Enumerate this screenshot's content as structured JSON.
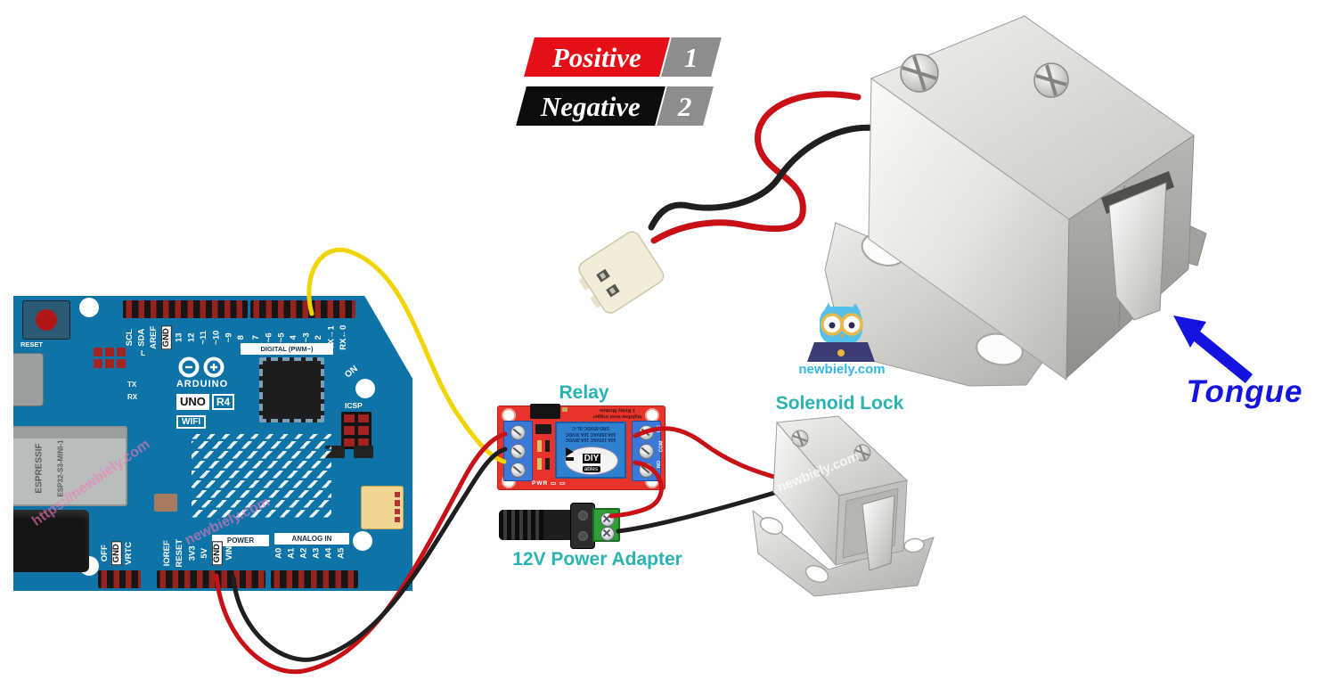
{
  "badges": {
    "positive": {
      "label": "Positive",
      "num": "1"
    },
    "negative": {
      "label": "Negative",
      "num": "2"
    }
  },
  "annotations": {
    "relay": "Relay",
    "solenoid": "Solenoid Lock",
    "adapter": "12V Power Adapter",
    "tongue": "Tongue"
  },
  "brand": {
    "site": "newbiely.com",
    "watermark_url": "https://newbiely.com",
    "watermark": "newbiely.com"
  },
  "arduino": {
    "logo_text": "ARDUINO",
    "model": {
      "uno": "UNO",
      "r4": "R4",
      "wifi": "WIFI"
    },
    "reset_label": "RESET",
    "module": {
      "brand": "ESPRESSIF",
      "chip": "ESP32-S3-MINI-1"
    },
    "labels": {
      "digital": "DIGITAL (PWM~)",
      "power": "POWER",
      "analog": "ANALOG IN",
      "icsp": "ICSP",
      "on": "ON",
      "tx": "TX",
      "rx": "RX",
      "l": "L"
    },
    "top_pins_left": [
      "SCL",
      "SDA",
      "AREF",
      "GND",
      "13",
      "12",
      "~11",
      "~10",
      "~9",
      "8"
    ],
    "top_pins_right": [
      "7",
      "~6",
      "~5",
      "4",
      "~3",
      "2",
      "TX→1",
      "RX←0"
    ],
    "bottom_pins_left": [
      "OFF",
      "GND",
      "VRTC"
    ],
    "bottom_pins_power": [
      "IOREF",
      "RESET",
      "3V3",
      "5V",
      "GND",
      "VIN"
    ],
    "bottom_pins_analog": [
      "A0",
      "A1",
      "A2",
      "A3",
      "A4",
      "A5"
    ]
  },
  "relay_module": {
    "header_line1": "1 Relay Module",
    "header_line2": "high/low level trigger",
    "relay_line1": "SRD-05VDC-SL-C",
    "relay_line2": "10A 250VAC 10A 30VDC",
    "relay_line3": "10A 125VAC 10A 28VDC",
    "logo_diy": "DIY",
    "logo_ables": "ables",
    "pwr": "PWR",
    "right_terminals": [
      "NC",
      "COM",
      "NO"
    ]
  },
  "colors": {
    "accent_teal": "#2ab3b3",
    "tongue_blue": "#1413df",
    "badge_red": "#e60f17",
    "badge_gray": "#8d8d8d",
    "board_blue": "#0e74a7",
    "pcb_red": "#e8332a",
    "wire_red": "#c81016",
    "wire_black": "#1f1f1f",
    "wire_yellow": "#f2d400",
    "brand_blue": "#35b7e5"
  }
}
